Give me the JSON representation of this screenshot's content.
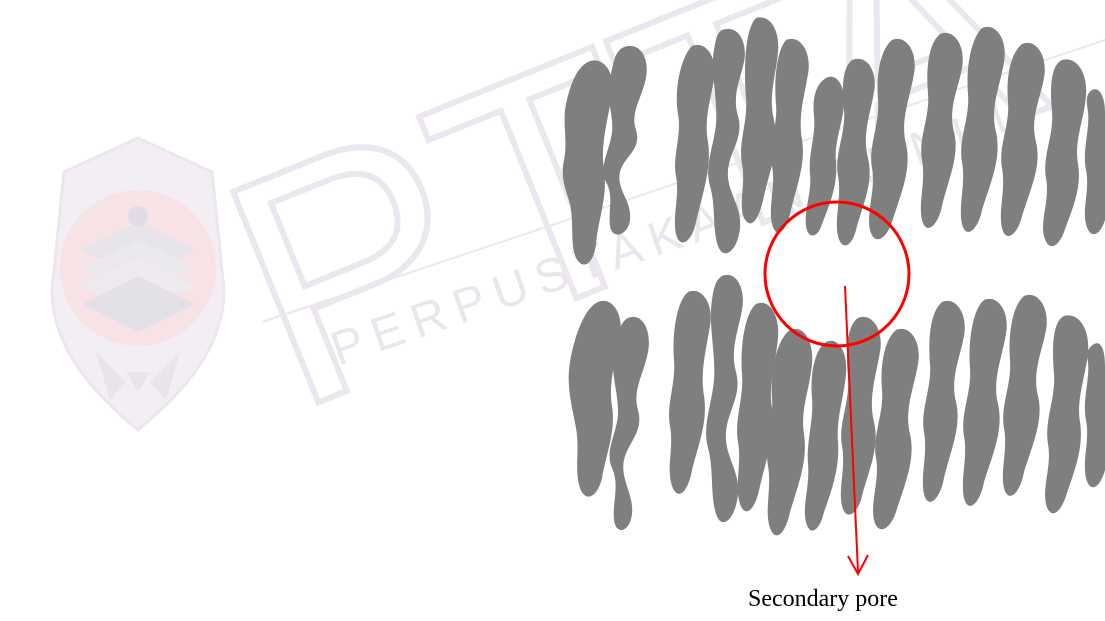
{
  "watermark": {
    "main_text": "PTTA",
    "sub_text": "PERPUSTAKAAN TUNKU",
    "emblem_icon": "university-crest-icon",
    "opacity_note": "faded"
  },
  "diagram": {
    "caption": "Secondary pore",
    "colors": {
      "lamella": "#7f7f7f",
      "highlight": "#ff0000",
      "watermark": "#e9e3ea",
      "background": "#ffffff"
    }
  }
}
